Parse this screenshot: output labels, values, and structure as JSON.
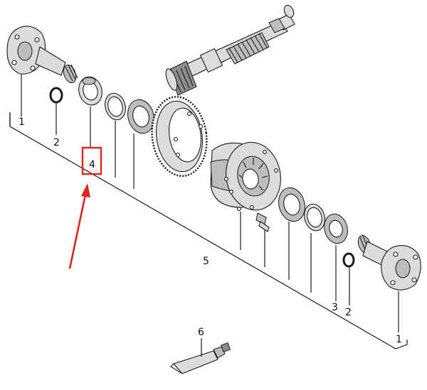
{
  "diagram": {
    "part_labels": {
      "flange_left": "1",
      "flange_right": "1",
      "circlip_left": "2",
      "circlip_right": "2",
      "bearing_right": "3",
      "bearing_left": "4",
      "differential": "5",
      "sealant_tube": "6"
    },
    "colors": {
      "highlight": "#e0241b",
      "line": "#1a1a1a",
      "shade_light": "#dcdcdc",
      "shade_mid": "#bdbdbd",
      "shade_dark": "#8c8c8c"
    }
  }
}
